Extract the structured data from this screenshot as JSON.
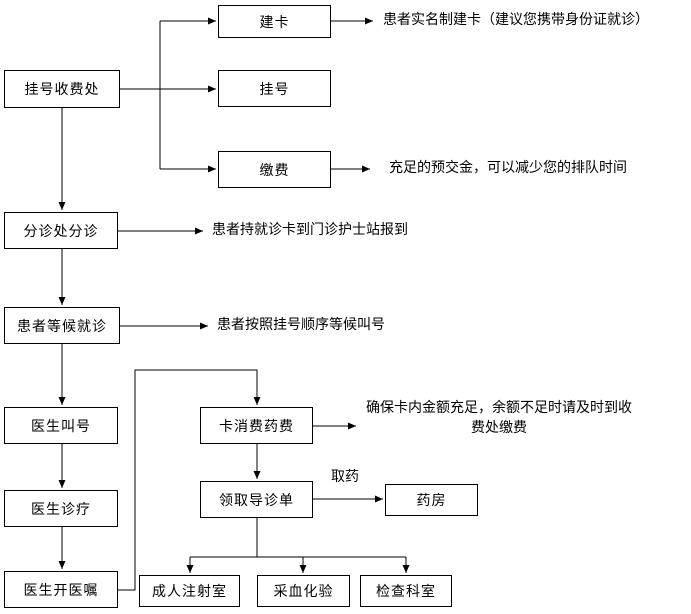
{
  "colors": {
    "line": "#000000",
    "box_border": "#000000",
    "background": "#ffffff",
    "text": "#000000"
  },
  "boxes": {
    "registration": "挂号收费处",
    "create_card": "建卡",
    "register": "挂号",
    "pay": "缴费",
    "triage": "分诊处分诊",
    "waiting": "患者等候就诊",
    "doctor_call": "医生叫号",
    "doctor_treat": "医生诊疗",
    "doctor_order": "医生开医嘱",
    "card_pay": "卡消费药费",
    "get_sheet": "领取导诊单",
    "pharmacy": "药房",
    "injection_room": "成人注射室",
    "blood_test": "采血化验",
    "exam_dept": "检查科室"
  },
  "notes": {
    "create_card": "患者实名制建卡（建议您携带身份证就诊）",
    "pay": "充足的预交金，可以减少您的排队时间",
    "triage": "患者持就诊卡到门诊护士站报到",
    "waiting": "患者按照挂号顺序等候叫号",
    "card_pay": "确保卡内金额充足，余额不足时请及时到收费处缴费",
    "pick_medicine": "取药"
  },
  "edges": [
    {
      "from": "registration",
      "to": "create_card"
    },
    {
      "from": "registration",
      "to": "register"
    },
    {
      "from": "registration",
      "to": "pay"
    },
    {
      "from": "create_card",
      "to": "note:create_card"
    },
    {
      "from": "pay",
      "to": "note:pay"
    },
    {
      "from": "registration",
      "to": "triage"
    },
    {
      "from": "triage",
      "to": "note:triage"
    },
    {
      "from": "triage",
      "to": "waiting"
    },
    {
      "from": "waiting",
      "to": "note:waiting"
    },
    {
      "from": "waiting",
      "to": "doctor_call"
    },
    {
      "from": "doctor_call",
      "to": "doctor_treat"
    },
    {
      "from": "doctor_treat",
      "to": "doctor_order"
    },
    {
      "from": "doctor_order",
      "to": "card_pay"
    },
    {
      "from": "card_pay",
      "to": "note:card_pay"
    },
    {
      "from": "card_pay",
      "to": "get_sheet"
    },
    {
      "from": "get_sheet",
      "to": "pharmacy",
      "label": "取药"
    },
    {
      "from": "get_sheet",
      "to": "injection_room"
    },
    {
      "from": "get_sheet",
      "to": "blood_test"
    },
    {
      "from": "get_sheet",
      "to": "exam_dept"
    }
  ]
}
